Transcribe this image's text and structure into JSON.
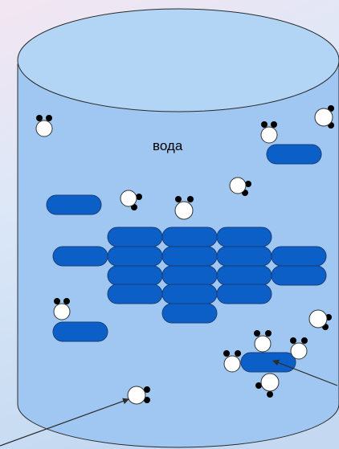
{
  "diagram": {
    "label": "вода",
    "colors": {
      "background_top": "#f3e6f2",
      "background_mid": "#dbe7f7",
      "background_bottom": "#c4d9f1",
      "water_fill": "#9fc7f1",
      "water_top": "#b2d5f6",
      "outline": "#2b2b2b",
      "block_fill": "#0b5fc7",
      "block_stroke": "#1b3f7a",
      "molecule_white": "#ffffff",
      "molecule_black": "#000000"
    },
    "elements": [
      "cylinder-of-water",
      "molecular-blocks",
      "water-molecules",
      "pointer-arrows"
    ]
  }
}
